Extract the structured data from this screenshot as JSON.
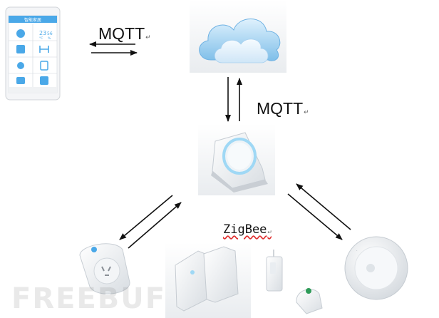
{
  "labels": {
    "mqtt_top": "MQTT",
    "mqtt_right": "MQTT",
    "zigbee": "ZigBee",
    "return_mark": "↵"
  },
  "watermark": "FREEBUF",
  "phone": {
    "title": "智能家居",
    "readings": [
      "23",
      "56"
    ],
    "units": [
      "°C",
      "%"
    ]
  },
  "colors": {
    "accent": "#4aa8e8",
    "cloud_light": "#bfe3fa",
    "cloud_dark": "#4f9fd8",
    "ring_glow": "#9fd8f5"
  },
  "icons": [
    "phone-app",
    "cloud",
    "gateway-hub",
    "smart-socket",
    "door-sensor",
    "contact-sensor",
    "water-leak-sensor",
    "round-sensor-hub"
  ]
}
